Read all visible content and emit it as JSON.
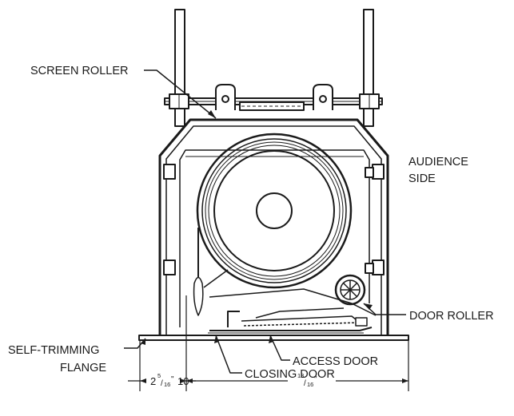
{
  "labels": {
    "screen_roller": "SCREEN ROLLER",
    "audience_line1": "AUDIENCE",
    "audience_line2": "SIDE",
    "door_roller": "DOOR ROLLER",
    "self_trimming_line1": "SELF-TRIMMING",
    "self_trimming_line2": "FLANGE",
    "access_door": "ACCESS DOOR",
    "closing_door": "CLOSING DOOR"
  },
  "dimensions": {
    "left_whole": "2",
    "left_num": "5",
    "left_den": "16",
    "left_inch": "\"",
    "left_whole2": "10",
    "right_num": "13",
    "right_den": "16",
    "right_inch": "\""
  },
  "colors": {
    "line": "#1a1a1a",
    "fill": "#ffffff"
  }
}
